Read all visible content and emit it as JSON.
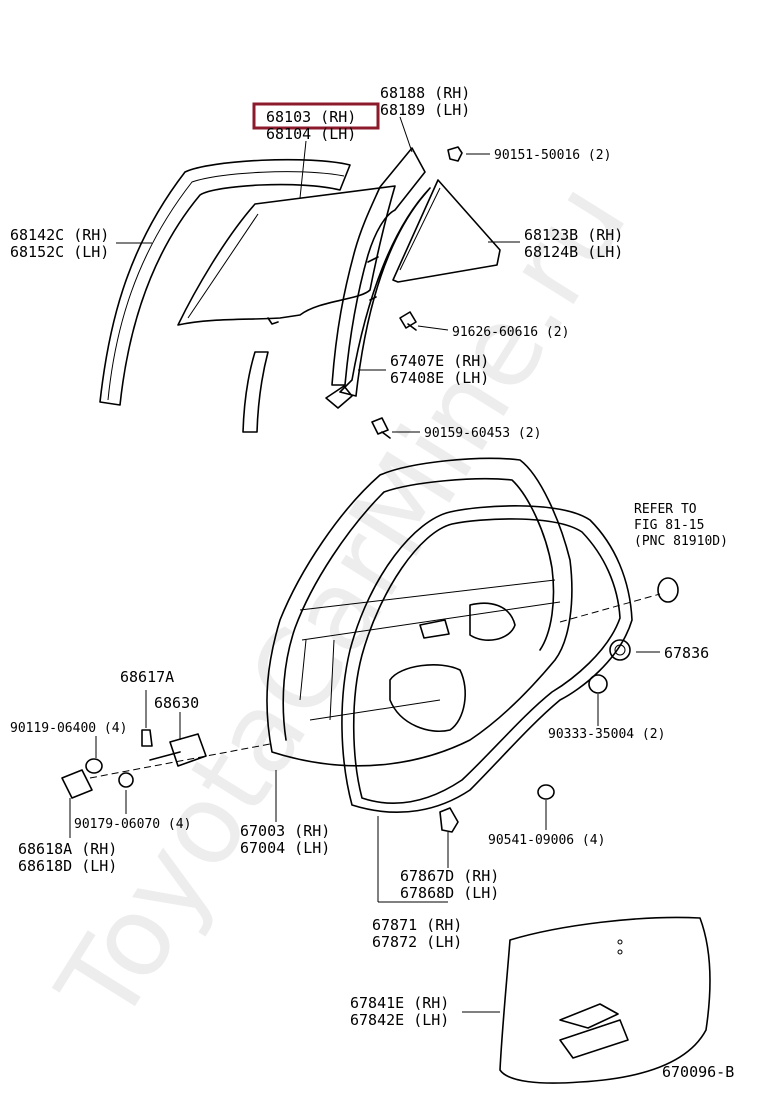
{
  "watermark": "ToyotaCarMine.ru",
  "highlight": {
    "part": "68103",
    "side": "(RH)",
    "color": "#8b1a2b"
  },
  "figure_code": "670096-B",
  "labels": {
    "p68103": "68103 (RH)",
    "p68104": "68104 (LH)",
    "p68188": "68188 (RH)",
    "p68189": "68189 (LH)",
    "p90151": "90151-50016 (2)",
    "p68142": "68142C (RH)",
    "p68152": "68152C (LH)",
    "p68123": "68123B (RH)",
    "p68124": "68124B (LH)",
    "p91626": "91626-60616 (2)",
    "p67407": "67407E (RH)",
    "p67408": "67408E (LH)",
    "p90159": "90159-60453 (2)",
    "refer1": "REFER TO",
    "refer2": "FIG 81-15",
    "refer3": "(PNC 81910D)",
    "p67836": "67836",
    "p68617": "68617A",
    "p68630": "68630",
    "p90119": "90119-06400 (4)",
    "p90333": "90333-35004 (2)",
    "p90179": "90179-06070 (4)",
    "p68618a": "68618A (RH)",
    "p68618d": "68618D (LH)",
    "p67003": "67003 (RH)",
    "p67004": "67004 (LH)",
    "p90541": "90541-09006 (4)",
    "p67867": "67867D (RH)",
    "p67868": "67868D (LH)",
    "p67871": "67871 (RH)",
    "p67872": "67872 (LH)",
    "p67841": "67841E (RH)",
    "p67842": "67842E (LH)"
  }
}
